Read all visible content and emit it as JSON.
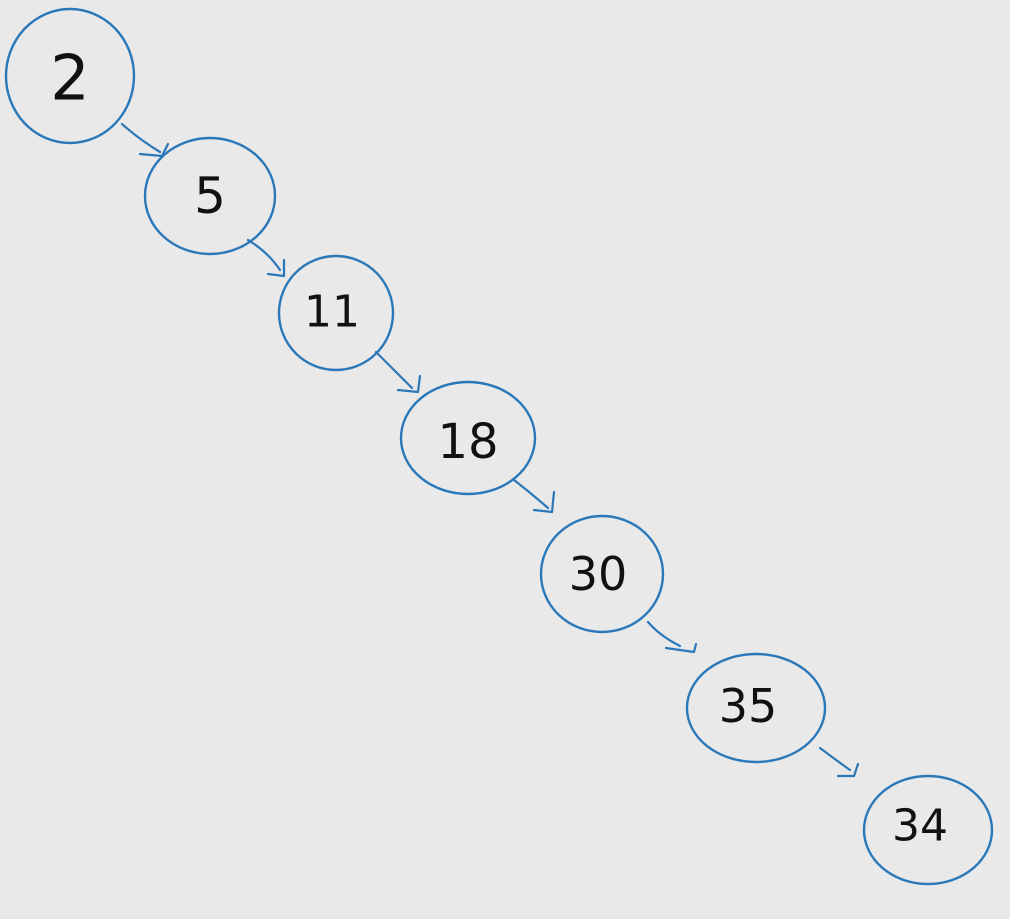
{
  "diagram": {
    "type": "linked-list",
    "colors": {
      "background": "#e9e9ea",
      "stroke": "#2a78b8",
      "text": "#111111"
    },
    "nodes": [
      {
        "id": "n1",
        "label": "2"
      },
      {
        "id": "n2",
        "label": "5"
      },
      {
        "id": "n3",
        "label": "11"
      },
      {
        "id": "n4",
        "label": "18"
      },
      {
        "id": "n5",
        "label": "30"
      },
      {
        "id": "n6",
        "label": "35"
      },
      {
        "id": "n7",
        "label": "34"
      }
    ],
    "edges": [
      {
        "from": "n1",
        "to": "n2"
      },
      {
        "from": "n2",
        "to": "n3"
      },
      {
        "from": "n3",
        "to": "n4"
      },
      {
        "from": "n4",
        "to": "n5"
      },
      {
        "from": "n5",
        "to": "n6"
      },
      {
        "from": "n6",
        "to": "n7"
      }
    ]
  }
}
